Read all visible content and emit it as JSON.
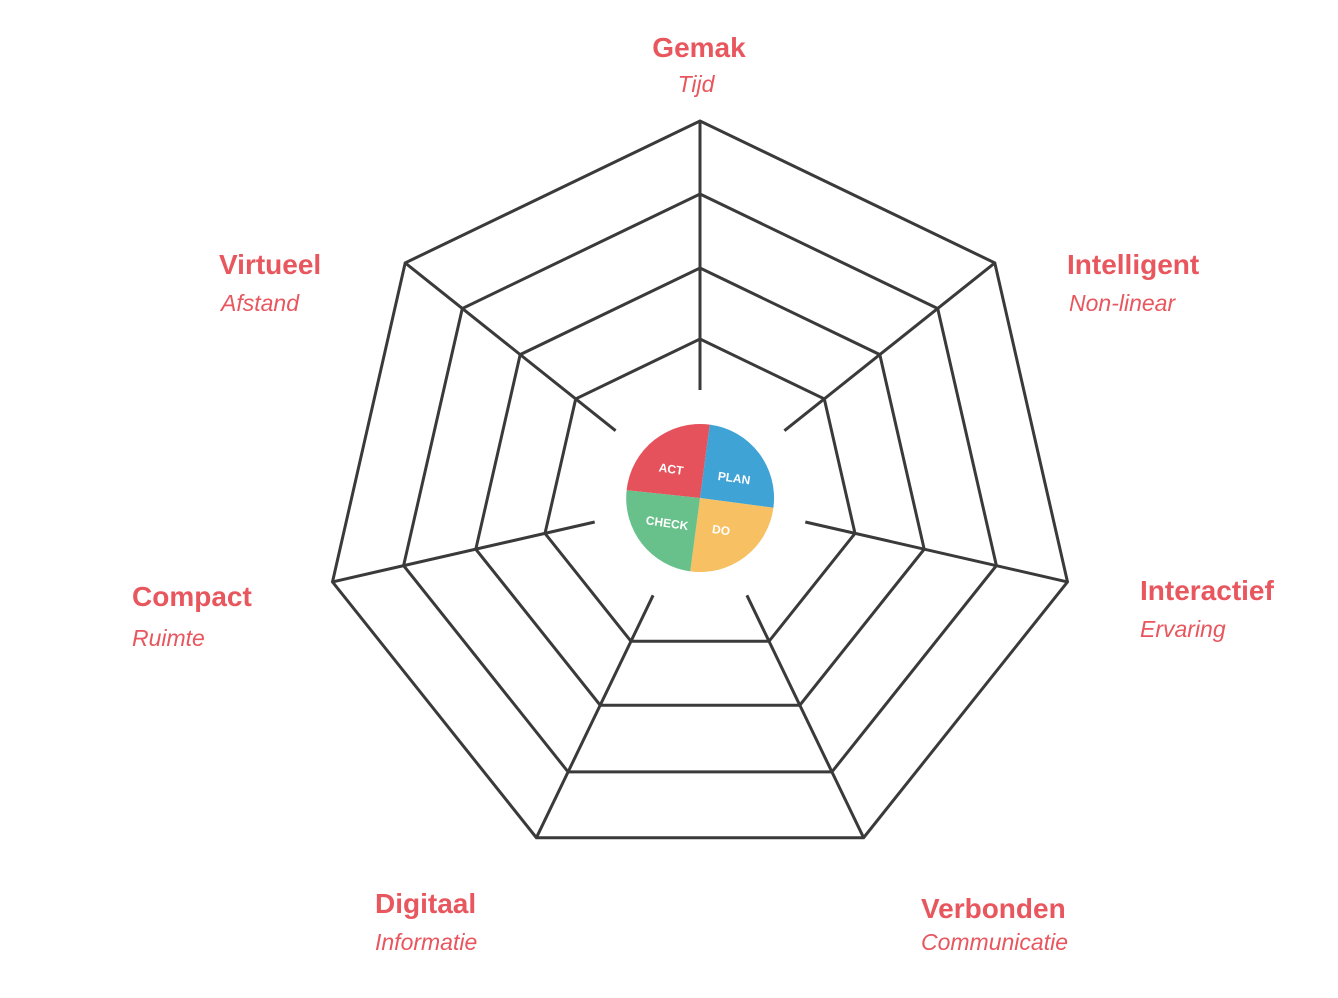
{
  "colors": {
    "label": "#E8565E",
    "web_line": "#3a3a3a",
    "act": "#E6525C",
    "plan": "#3FA3D6",
    "do": "#F6C063",
    "check": "#68C08A"
  },
  "axes": [
    {
      "title": "Gemak",
      "subtitle": "Tijd"
    },
    {
      "title": "Intelligent",
      "subtitle": "Non-linear"
    },
    {
      "title": "Interactief",
      "subtitle": "Ervaring"
    },
    {
      "title": "Verbonden",
      "subtitle": "Communicatie"
    },
    {
      "title": "Digitaal",
      "subtitle": "Informatie"
    },
    {
      "title": "Compact",
      "subtitle": "Ruimte"
    },
    {
      "title": "Virtueel",
      "subtitle": "Afstand"
    }
  ],
  "cycle": {
    "act": "ACT",
    "plan": "PLAN",
    "do": "DO",
    "check": "CHECK"
  }
}
